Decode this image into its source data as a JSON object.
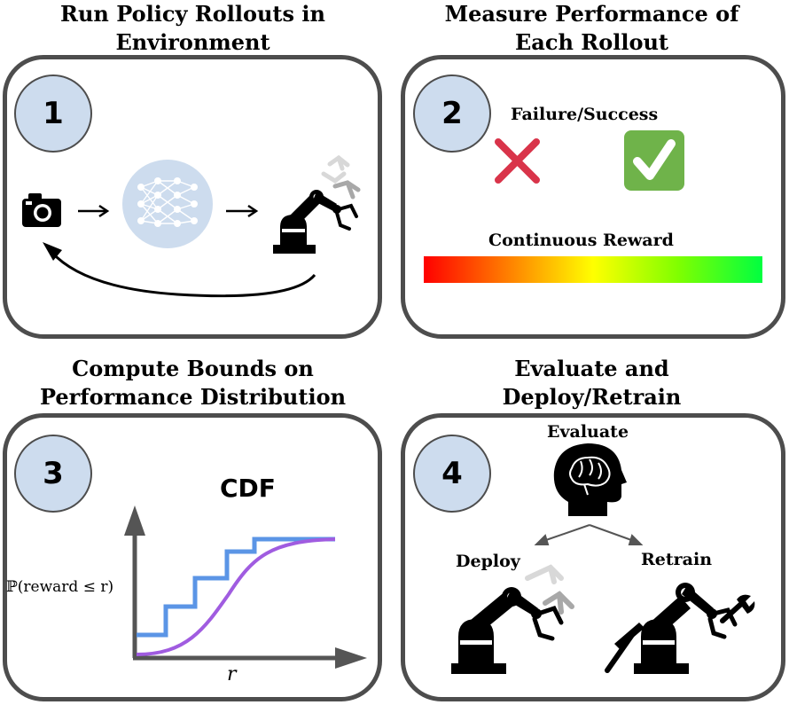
{
  "panels": [
    {
      "number": "1",
      "title_line1": "Run Policy Rollouts in",
      "title_line2": "Environment"
    },
    {
      "number": "2",
      "title_line1": "Measure Performance of",
      "title_line2": "Each Rollout",
      "failure_success_label": "Failure/Success",
      "continuous_reward_label": "Continuous Reward"
    },
    {
      "number": "3",
      "title_line1": "Compute Bounds on",
      "title_line2": "Performance Distribution",
      "cdf_label": "CDF",
      "y_axis_label": "ℙ(reward ≤ r)",
      "x_axis_label": "r"
    },
    {
      "number": "4",
      "title_line1": "Evaluate and",
      "title_line2": "Deploy/Retrain",
      "evaluate_label": "Evaluate",
      "deploy_label": "Deploy",
      "retrain_label": "Retrain"
    }
  ],
  "colors": {
    "panel_border": "#4d4d4d",
    "badge_fill": "#cddcee",
    "failure_red": "#d9344a",
    "success_green": "#6fb34a",
    "step_cdf_blue": "#5b95e6",
    "smooth_cdf_purple": "#a05ce0",
    "reward_gradient": [
      "#ff0000",
      "#ff8000",
      "#ffff00",
      "#80ff00",
      "#00ff40"
    ]
  },
  "icons": [
    "camera-icon",
    "neural-network-icon",
    "robot-arm-icon",
    "cross-icon",
    "checkmark-icon",
    "brain-head-icon",
    "wrench-icon",
    "hammer-icon"
  ]
}
